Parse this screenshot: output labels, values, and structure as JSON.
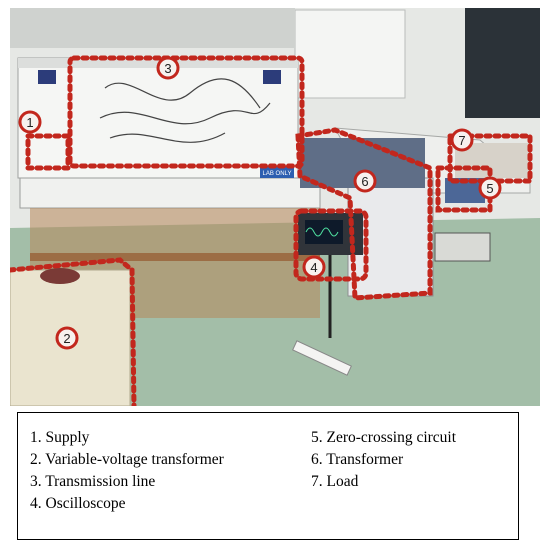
{
  "figure": {
    "markers": [
      "1",
      "2",
      "3",
      "4",
      "5",
      "6",
      "7"
    ],
    "photo_labels": {
      "lab_sign": "LAB ONLY"
    },
    "colors": {
      "highlight": "#c2271d",
      "marker_fill": "#f7f1ee",
      "floor": "#9fb9a4",
      "wall": "#e9ebe8"
    }
  },
  "legend": {
    "items": [
      "1. Supply",
      "2. Variable-voltage transformer",
      "3. Transmission line",
      "4. Oscilloscope",
      "5. Zero-crossing circuit",
      "6. Transformer",
      "7. Load"
    ]
  }
}
